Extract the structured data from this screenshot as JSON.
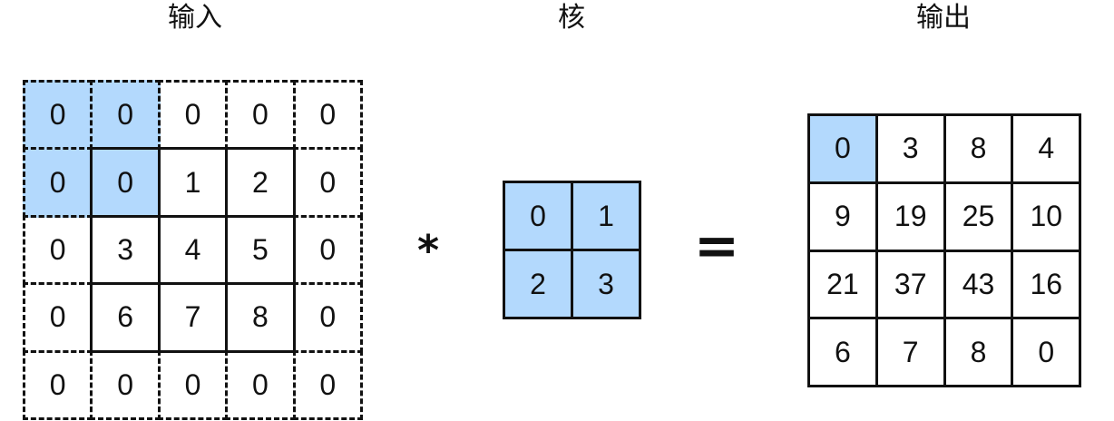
{
  "titles": {
    "input": "输入",
    "kernel": "核",
    "output": "输出"
  },
  "operators": {
    "convolution": "*",
    "equals": "="
  },
  "colors": {
    "highlight": "#b3d9fd",
    "line": "#111111",
    "background": "#ffffff"
  },
  "input_grid": {
    "rows": 5,
    "cols": 5,
    "values": [
      [
        "0",
        "0",
        "0",
        "0",
        "0"
      ],
      [
        "0",
        "0",
        "1",
        "2",
        "0"
      ],
      [
        "0",
        "3",
        "4",
        "5",
        "0"
      ],
      [
        "0",
        "6",
        "7",
        "8",
        "0"
      ],
      [
        "0",
        "0",
        "0",
        "0",
        "0"
      ]
    ],
    "padding": 1,
    "highlighted": [
      [
        0,
        0
      ],
      [
        0,
        1
      ],
      [
        1,
        0
      ],
      [
        1,
        1
      ]
    ]
  },
  "kernel_grid": {
    "rows": 2,
    "cols": 2,
    "values": [
      [
        "0",
        "1"
      ],
      [
        "2",
        "3"
      ]
    ],
    "highlighted": [
      [
        0,
        0
      ],
      [
        0,
        1
      ],
      [
        1,
        0
      ],
      [
        1,
        1
      ]
    ]
  },
  "output_grid": {
    "rows": 4,
    "cols": 4,
    "values": [
      [
        "0",
        "3",
        "8",
        "4"
      ],
      [
        "9",
        "19",
        "25",
        "10"
      ],
      [
        "21",
        "37",
        "43",
        "16"
      ],
      [
        "6",
        "7",
        "8",
        "0"
      ]
    ],
    "highlighted": [
      [
        0,
        0
      ]
    ]
  }
}
